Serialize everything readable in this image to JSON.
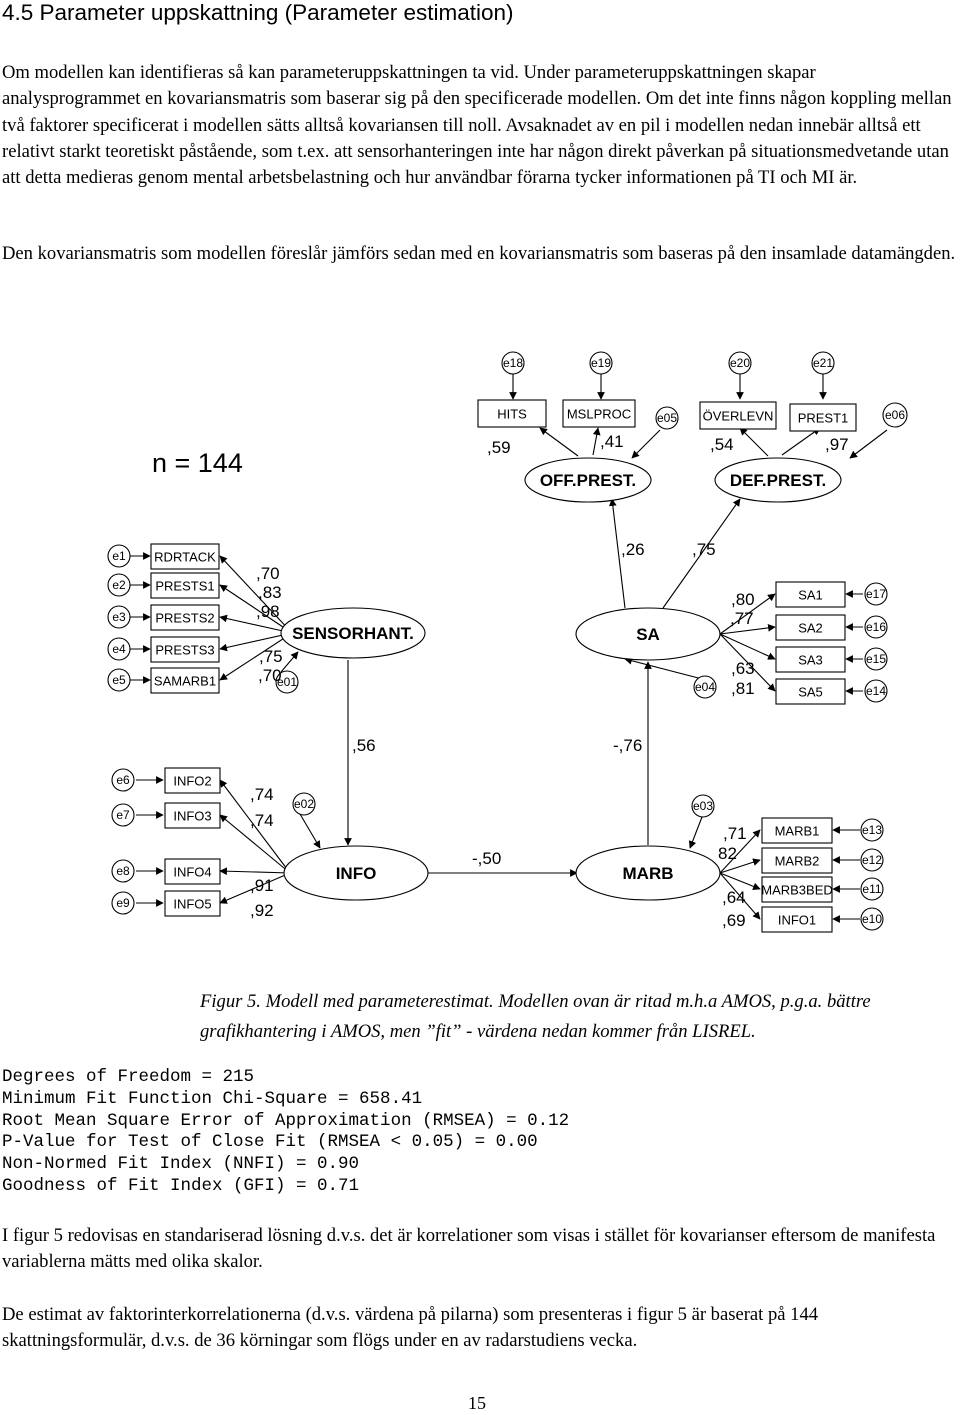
{
  "heading": "4.5  Parameter uppskattning (Parameter estimation)",
  "paragraphs": {
    "p1": "Om modellen kan identifieras så kan parameteruppskattningen ta vid. Under parameteruppskattningen skapar analysprogrammet en kovariansmatris som baserar sig på den specificerade modellen. Om det inte finns någon koppling mellan två faktorer specificerat i modellen sätts alltså kovariansen till noll. Avsaknadet av en pil i modellen nedan innebär alltså ett relativt starkt teoretiskt påstående, som t.ex. att sensorhanteringen inte har någon direkt påverkan på situationsmedvetande utan att detta medieras genom mental arbetsbelastning och hur användbar förarna tycker informationen på TI och MI är.",
    "p2": "Den kovariansmatris som modellen föreslår jämförs sedan med en kovariansmatris som baseras på den insamlade datamängden.",
    "p3": "I figur 5 redovisas en standariserad lösning d.v.s. det är korrelationer som visas i stället för kovarianser eftersom de manifesta variablerna mätts med olika skalor.",
    "p4": "De estimat av faktorinterkorrelationerna (d.v.s. värdena på pilarna) som presenteras i figur 5 är baserat på 144 skattningsformulär, d.v.s. de 36 körningar som flögs under en av radarstudiens vecka."
  },
  "diagram": {
    "sample_size": "n = 144",
    "latents": {
      "off": "OFF.PREST.",
      "def": "DEF.PREST.",
      "sensor": "SENSORHANT.",
      "sa": "SA",
      "info": "INFO",
      "marb": "MARB"
    },
    "obs": {
      "hits": "HITS",
      "mslproc": "MSLPROC",
      "overlevn": "ÖVERLEVN",
      "prest1": "PREST1",
      "rdrtack": "RDRTACK",
      "prests1": "PRESTS1",
      "prests2": "PRESTS2",
      "prests3": "PRESTS3",
      "samarb1": "SAMARB1",
      "sa1": "SA1",
      "sa2": "SA2",
      "sa3": "SA3",
      "sa5": "SA5",
      "info2": "INFO2",
      "info3": "INFO3",
      "info4": "INFO4",
      "info5": "INFO5",
      "marb1": "MARB1",
      "marb2": "MARB2",
      "marb3bed": "MARB3BED",
      "info1": "INFO1"
    },
    "errors": {
      "e18": "e18",
      "e19": "e19",
      "e20": "e20",
      "e21": "e21",
      "e05": "e05",
      "e06": "e06",
      "e1": "e1",
      "e2": "e2",
      "e3": "e3",
      "e4": "e4",
      "e5": "e5",
      "e01": "e01",
      "e17": "e17",
      "e16": "e16",
      "e15": "e15",
      "e14": "e14",
      "e04": "e04",
      "e6": "e6",
      "e7": "e7",
      "e8": "e8",
      "e9": "e9",
      "e02": "e02",
      "e03": "e03",
      "e13": "e13",
      "e12": "e12",
      "e11": "e11",
      "e10": "e10"
    },
    "coefficients": {
      "hits": ",59",
      "mslproc": ",41",
      "overlevn": ",54",
      "prest1": ",97",
      "sa_off": ",26",
      "sa_def": ",75",
      "rdrtack": ",70",
      "prests1": ",83",
      "prests2": ",98",
      "prests3": ",75",
      "samarb1": ",70",
      "sa1": ",80",
      "sa2": ",77",
      "sa3": ",63",
      "sa5": ",81",
      "sensor_info": ",56",
      "marb_sa": "-,76",
      "info2": ",74",
      "info3": ",74",
      "info4": ",91",
      "info5": ",92",
      "info_marb": "-,50",
      "marb1": ",71",
      "marb2": "82",
      "marb3bed": ",64",
      "info1": ",69"
    }
  },
  "caption": "Figur 5. Modell med parameterestimat. Modellen ovan är ritad m.h.a AMOS, p.g.a. bättre grafikhantering i AMOS, men ”fit” - värdena nedan kommer från LISREL.",
  "stats": [
    "Degrees of Freedom = 215",
    "Minimum Fit Function Chi-Square = 658.41",
    "Root Mean Square Error of Approximation (RMSEA) = 0.12",
    "P-Value for Test of Close Fit (RMSEA < 0.05) = 0.00",
    "Non-Normed Fit Index (NNFI) = 0.90",
    "Goodness of Fit Index (GFI) = 0.71"
  ],
  "page_number": "15"
}
